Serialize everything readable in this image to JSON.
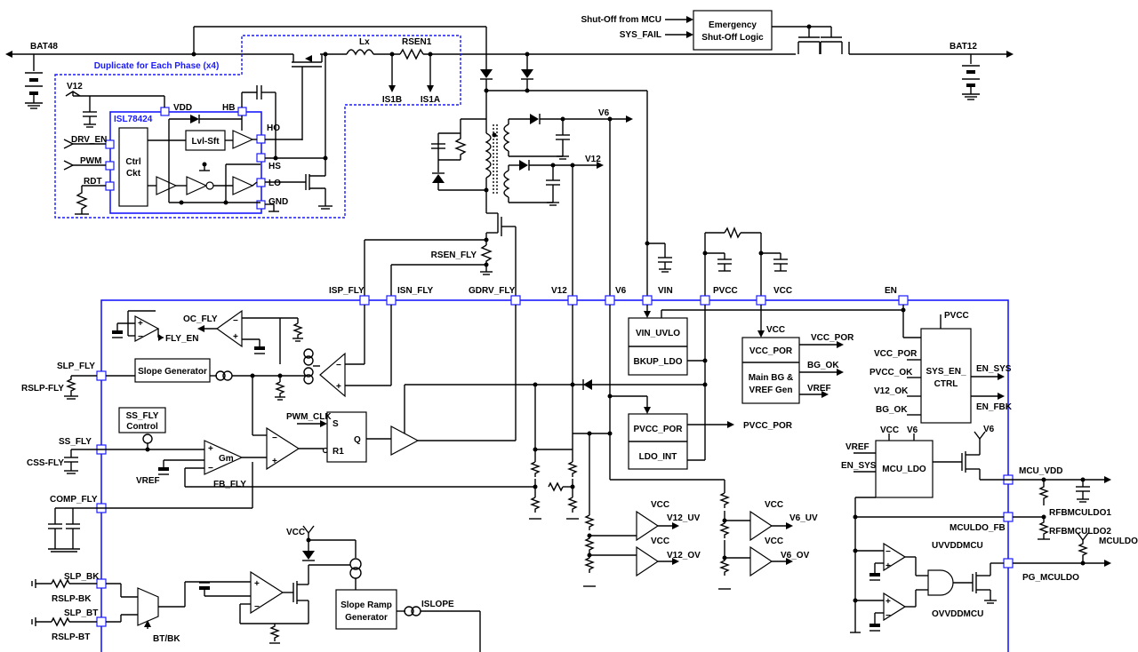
{
  "labels": {
    "bat48": "BAT48",
    "bat12": "BAT12",
    "dup": "Duplicate for Each Phase (x4)",
    "lx": "Lx",
    "rsen1": "RSEN1",
    "is1b": "IS1B",
    "is1a": "IS1A",
    "shutoff_mcu": "Shut-Off from MCU",
    "sys_fail": "SYS_FAIL",
    "esl1": "Emergency",
    "esl2": "Shut-Off Logic",
    "v12_top": "V12",
    "vdd": "VDD",
    "hb": "HB",
    "isl": "ISL78424",
    "ho": "HO",
    "hs": "HS",
    "lo": "LO",
    "gnd": "GND",
    "drv_en": "DRV_EN",
    "pwm": "PWM",
    "rdt": "RDT",
    "ctrl1": "Ctrl",
    "ctrl2": "Ckt",
    "lvlsft": "Lvl-Sft",
    "v6_flyout": "V6",
    "v12_flyout": "V12",
    "rsen_fly": "RSEN_FLY",
    "isp_fly": "ISP_FLY",
    "isn_fly": "ISN_FLY",
    "gdrv_fly": "GDRV_FLY",
    "pin_v12": "V12",
    "pin_v6": "V6",
    "pin_vin": "VIN",
    "pin_pvcc": "PVCC",
    "pin_vcc": "VCC",
    "pin_en": "EN",
    "oc_fly": "OC_FLY",
    "fly_en": "FLY_EN",
    "slope_gen": "Slope Generator",
    "slp_fly": "SLP_FLY",
    "rslp_fly": "RSLP-FLY",
    "ss_ctrl1": "SS_FLY",
    "ss_ctrl2": "Control",
    "ss_fly": "SS_FLY",
    "css_fly": "CSS-FLY",
    "vref_l": "VREF",
    "gm": "Gm",
    "fb_fly": "FB_FLY",
    "pwm_clk": "PWM_CLK",
    "s": "S",
    "q": "Q",
    "r1": "R1",
    "comp_fly": "COMP_FLY",
    "vin_uvlo": "VIN_UVLO",
    "bkup_ldo": "BKUP_LDO",
    "vcc_in": "VCC",
    "vcc_por": "VCC_POR",
    "vcc_por_out": "VCC_POR",
    "bg1": "Main BG &",
    "bg2": "VREF Gen",
    "bg_ok": "BG_OK",
    "vref_out": "VREF",
    "pvcc_por": "PVCC_POR",
    "pvcc_por_out": "PVCC_POR",
    "ldo_int": "LDO_INT",
    "pvcc_lbl": "PVCC",
    "sysen1": "SYS_EN_",
    "sysen2": "CTRL",
    "vcc_por_in": "VCC_POR",
    "pvcc_ok": "PVCC_OK",
    "v12_ok": "V12_OK",
    "bg_ok_in": "BG_OK",
    "en_sys": "EN_SYS",
    "en_fbk": "EN_FBK",
    "vref_mcu": "VREF",
    "en_sys_in": "EN_SYS",
    "vcc_mcu": "VCC",
    "v6_mcu": "V6",
    "mcu_ldo": "MCU_LDO",
    "v6_fet": "V6",
    "mcu_vdd": "MCU_VDD",
    "rfb1": "RFBMCULDO1",
    "mculdo_fb": "MCULDO_FB",
    "rfb2": "RFBMCULDO2",
    "mculdo": "MCULDO",
    "uvvdd": "UVVDDMCU",
    "ovvdd": "OVVDDMCU",
    "pg": "PG_MCULDO",
    "vcc_uv1": "VCC",
    "vcc_uv2": "VCC",
    "v12_uv": "V12_UV",
    "v12_ov": "V12_OV",
    "vcc_uv3": "VCC",
    "vcc_uv4": "VCC",
    "v6_uv": "V6_UV",
    "v6_ov": "V6_OV",
    "slp_bk": "SLP_BK",
    "rslp_bk": "RSLP-BK",
    "slp_bt": "SLP_BT",
    "rslp_bt": "RSLP-BT",
    "bt_bk": "BT/BK",
    "vcc_slope": "VCC",
    "sr1": "Slope Ramp",
    "sr2": "Generator",
    "islope": "ISLOPE"
  }
}
